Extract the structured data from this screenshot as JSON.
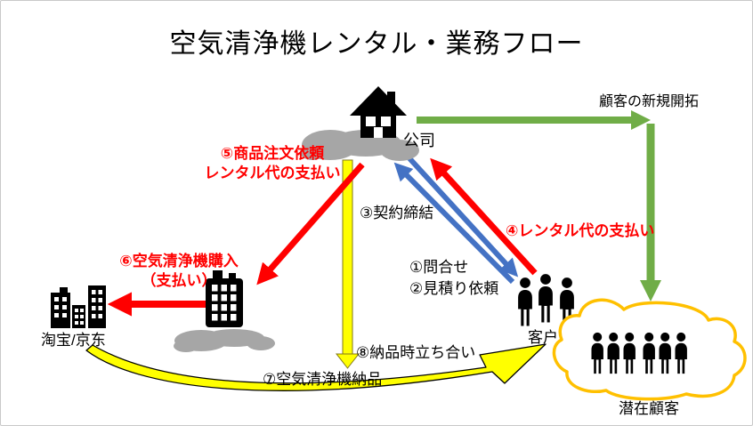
{
  "title": "空気清浄機レンタル・業務フロー",
  "colors": {
    "arrow_red": "#FF0000",
    "arrow_blue": "#4472C4",
    "arrow_green": "#70AD47",
    "arrow_yellow": "#FFFF00",
    "potential_cloud_outline": "#FFC000",
    "gray_cloud": "#A6A6A6",
    "icon_black": "#000000"
  },
  "nodes": {
    "company": {
      "label": "公司"
    },
    "customer": {
      "label": "客户"
    },
    "reseller": {
      "label": "淘宝/京东"
    },
    "potential_customers": {
      "label": "潜在顧客"
    }
  },
  "flows": {
    "new_customer_development": {
      "label": "顧客の新規開拓"
    },
    "step1": {
      "label": "①問合せ"
    },
    "step2": {
      "label": "②見積り依頼"
    },
    "step3": {
      "label": "③契約締結"
    },
    "step4": {
      "label": "④レンタル代の支払い"
    },
    "step5": {
      "line1": "⑤商品注文依頼",
      "line2": "レンタル代の支払い"
    },
    "step6": {
      "line1": "⑥空気清浄機購入",
      "line2": "（支払い）"
    },
    "step7": {
      "label": "⑦空気清浄機納品"
    },
    "step8": {
      "label": "⑧納品時立ち合い"
    }
  }
}
